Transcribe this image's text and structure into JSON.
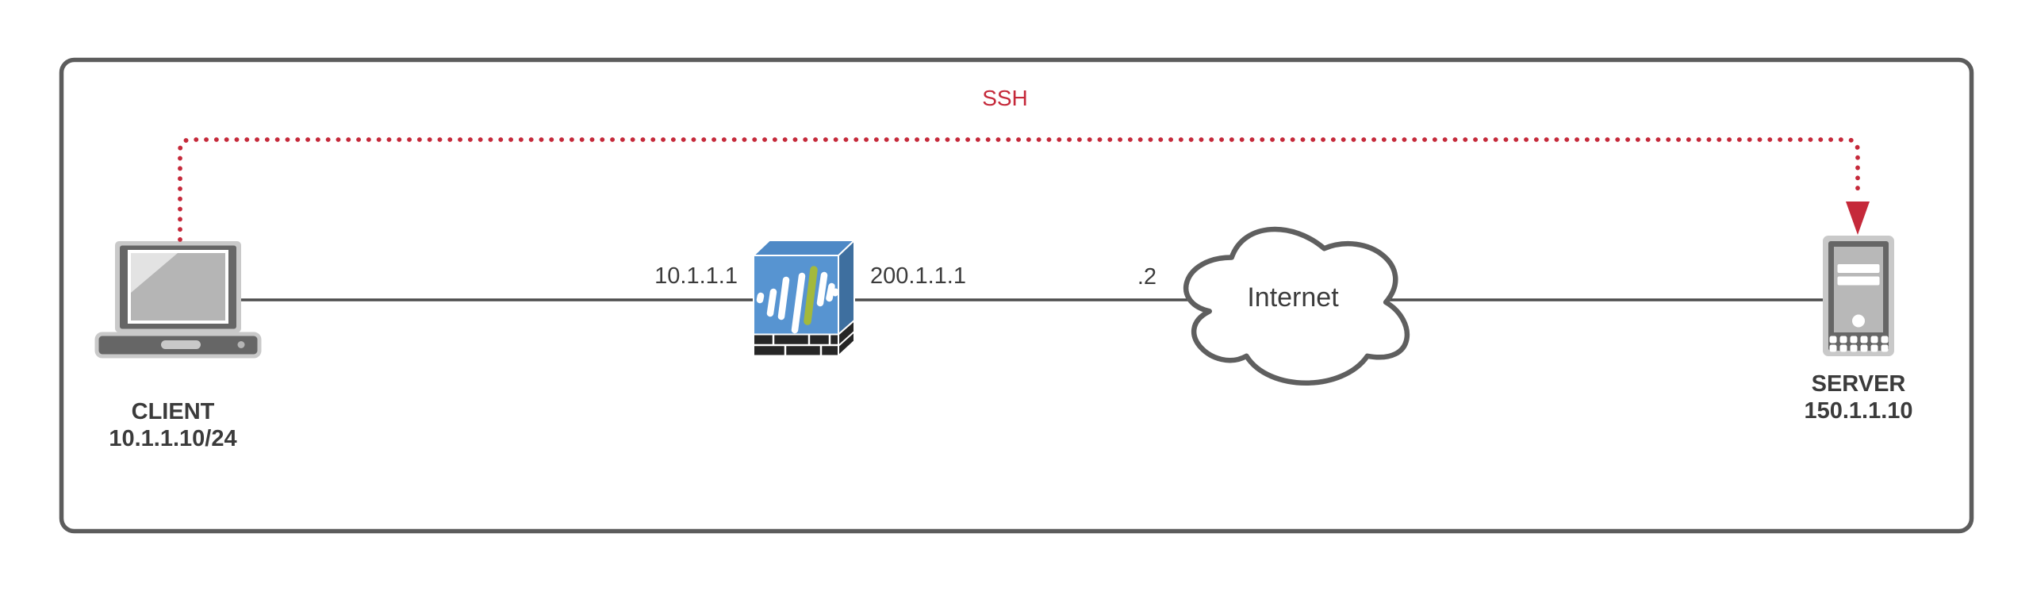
{
  "flow": {
    "label": "SSH",
    "color": "#c5293a",
    "style": "dotted-arrow"
  },
  "client": {
    "name": "CLIENT",
    "ip": "10.1.1.10/24"
  },
  "firewall": {
    "ip_inside": "10.1.1.1",
    "ip_outside": "200.1.1.1"
  },
  "internet": {
    "label": "Internet",
    "ip_suffix": ".2"
  },
  "server": {
    "name": "SERVER",
    "ip": "150.1.1.10"
  },
  "icons": {
    "client": "laptop-icon",
    "firewall": "firewall-icon",
    "internet": "cloud-icon",
    "server": "server-tower-icon",
    "flow_arrow": "arrow-down-icon"
  },
  "colors": {
    "flow_red": "#c5293a",
    "frame_gray": "#5c5c5c",
    "line_gray": "#4d4d4d",
    "text_gray": "#3b3b3b",
    "firewall_blue": "#5794d1",
    "firewall_accent_green": "#a3b93c",
    "brick_dark": "#262626",
    "device_dark_gray": "#666666",
    "device_light_gray": "#c9c9c9"
  }
}
